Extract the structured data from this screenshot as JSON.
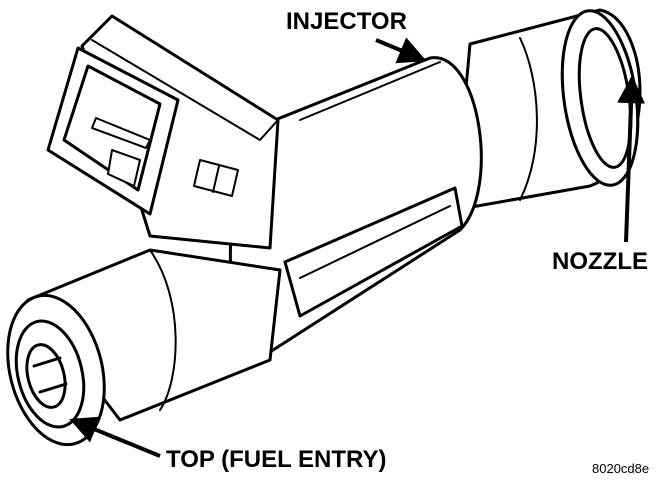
{
  "diagram": {
    "labels": {
      "injector": "INJECTOR",
      "nozzle": "NOZZLE",
      "top": "TOP (FUEL ENTRY)",
      "code": "8020cd8e"
    },
    "colors": {
      "ink": "#000000",
      "paper": "#ffffff"
    }
  }
}
